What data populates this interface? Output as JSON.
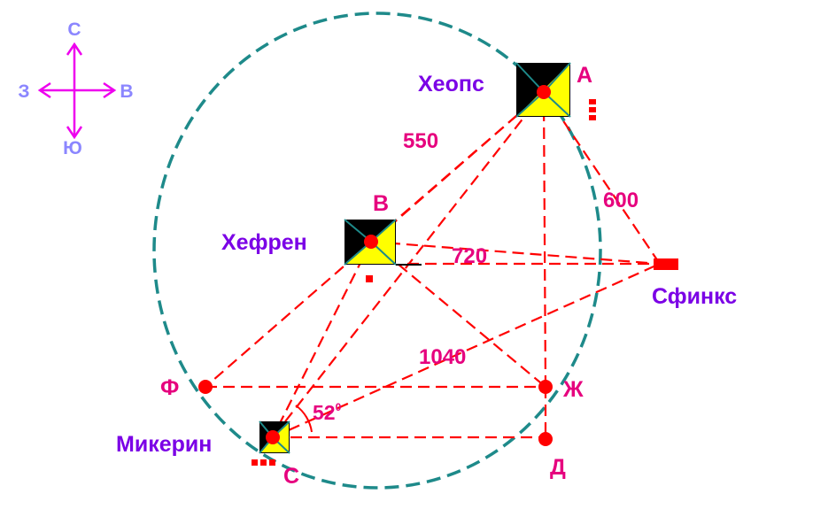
{
  "compass": {
    "north": "С",
    "south": "Ю",
    "west": "З",
    "east": "В"
  },
  "pyramids": {
    "cheops": "Хеопс",
    "khafre": "Хефрен",
    "menkaure": "Микерин"
  },
  "sphinx": "Сфинкс",
  "points": {
    "a": "А",
    "b": "В",
    "c": "С",
    "f": "Ф",
    "zh": "Ж",
    "d": "Д"
  },
  "distances": {
    "cheops_khafre": "550",
    "cheops_sphinx": "600",
    "khafre_sphinx": "720",
    "menkaure_sphinx": "1040"
  },
  "angle": {
    "value": "52",
    "unit": "0"
  },
  "colors": {
    "red": "#ff0000",
    "label_pink": "#e6007e",
    "name_purple": "#7b00e6",
    "compass": "#8b86ff",
    "compass_arrow": "#ee00ee",
    "circle": "#1e8a8a",
    "pyramid_dark": "#000000",
    "pyramid_light": "#ffff00"
  }
}
